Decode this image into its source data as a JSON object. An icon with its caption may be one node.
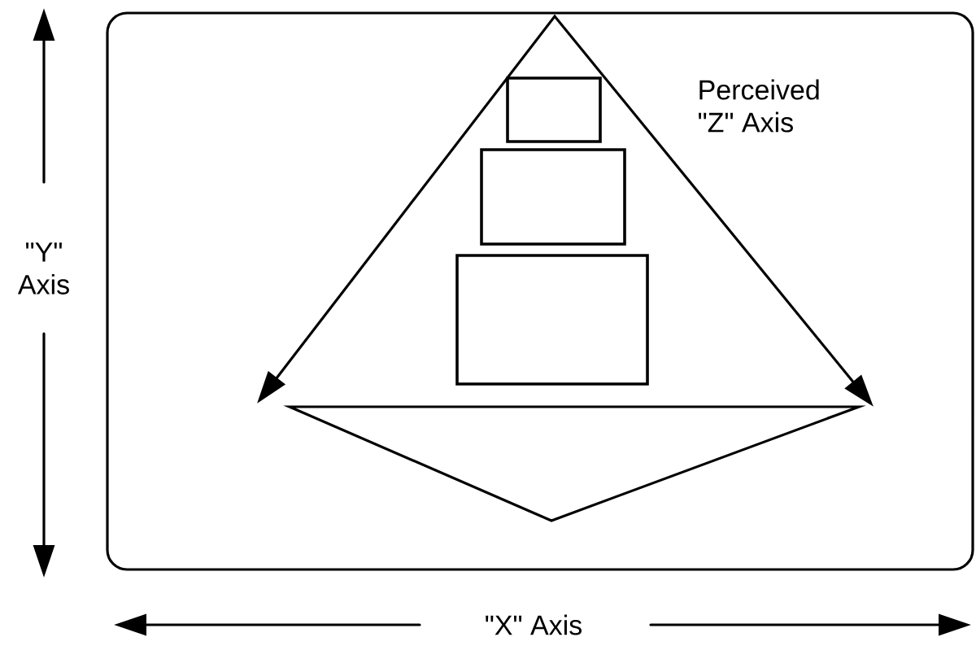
{
  "diagram": {
    "nodes": [
      {
        "text": [],
        "shape": "box"
      },
      {
        "text": [],
        "shape": "box"
      },
      {
        "text": [],
        "shape": "box"
      }
    ],
    "labels": [
      "Perceived \"Z\" Axis",
      "\"Y\" Axis",
      "\"X\" Axis"
    ]
  }
}
